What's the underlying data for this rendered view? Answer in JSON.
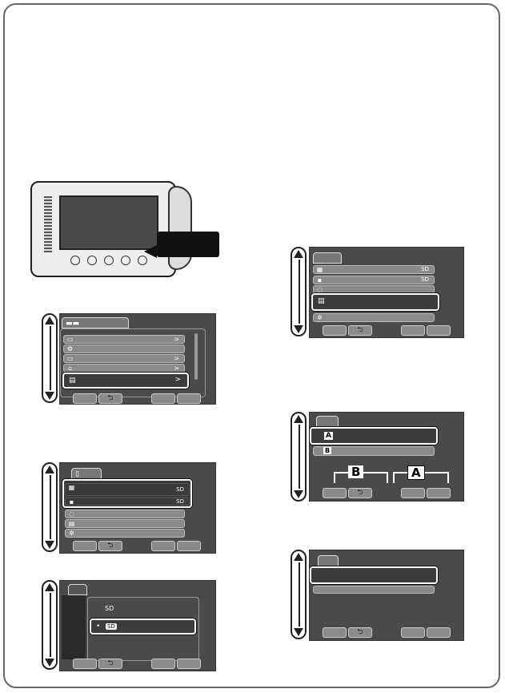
{
  "camera": {
    "callout_label": ""
  },
  "screen_menu": {
    "tab_icon": "camera-icon",
    "rows": [
      {
        "icon": "▭",
        "arrow": ">"
      },
      {
        "icon": "⚙",
        "arrow": ">"
      },
      {
        "icon": "▭",
        "arrow": ">"
      },
      {
        "icon": "⌂",
        "arrow": ">"
      }
    ],
    "highlight": {
      "icon": "▤",
      "arrow": ">"
    },
    "back_glyph": "⮌"
  },
  "screen_media": {
    "tab_icon": "▯",
    "highlight_rows": [
      {
        "icon": "▦",
        "tag": "SD"
      },
      {
        "icon": "▪",
        "tag": "SD"
      }
    ],
    "rows": [
      {
        "icon": "◌"
      },
      {
        "icon": "▤"
      },
      {
        "icon": "✲"
      }
    ],
    "back_glyph": "⮌"
  },
  "screen_select_sd": {
    "header_tag": "SD",
    "option_label": "SD",
    "bullet": "•",
    "back_glyph": "⮌"
  },
  "screen_right_1": {
    "rows": [
      {
        "icon": "▦",
        "tag": "SD"
      },
      {
        "icon": "▪",
        "tag": "SD"
      },
      {
        "icon": "◌"
      }
    ],
    "highlight": {
      "icon": "▤"
    },
    "last_row_icon": "✲",
    "back_glyph": "⮌"
  },
  "screen_right_2": {
    "option_a": "A",
    "option_b": "B",
    "big_b": "B",
    "big_a": "A",
    "back_glyph": "⮌"
  },
  "screen_right_3": {
    "back_glyph": "⮌"
  }
}
